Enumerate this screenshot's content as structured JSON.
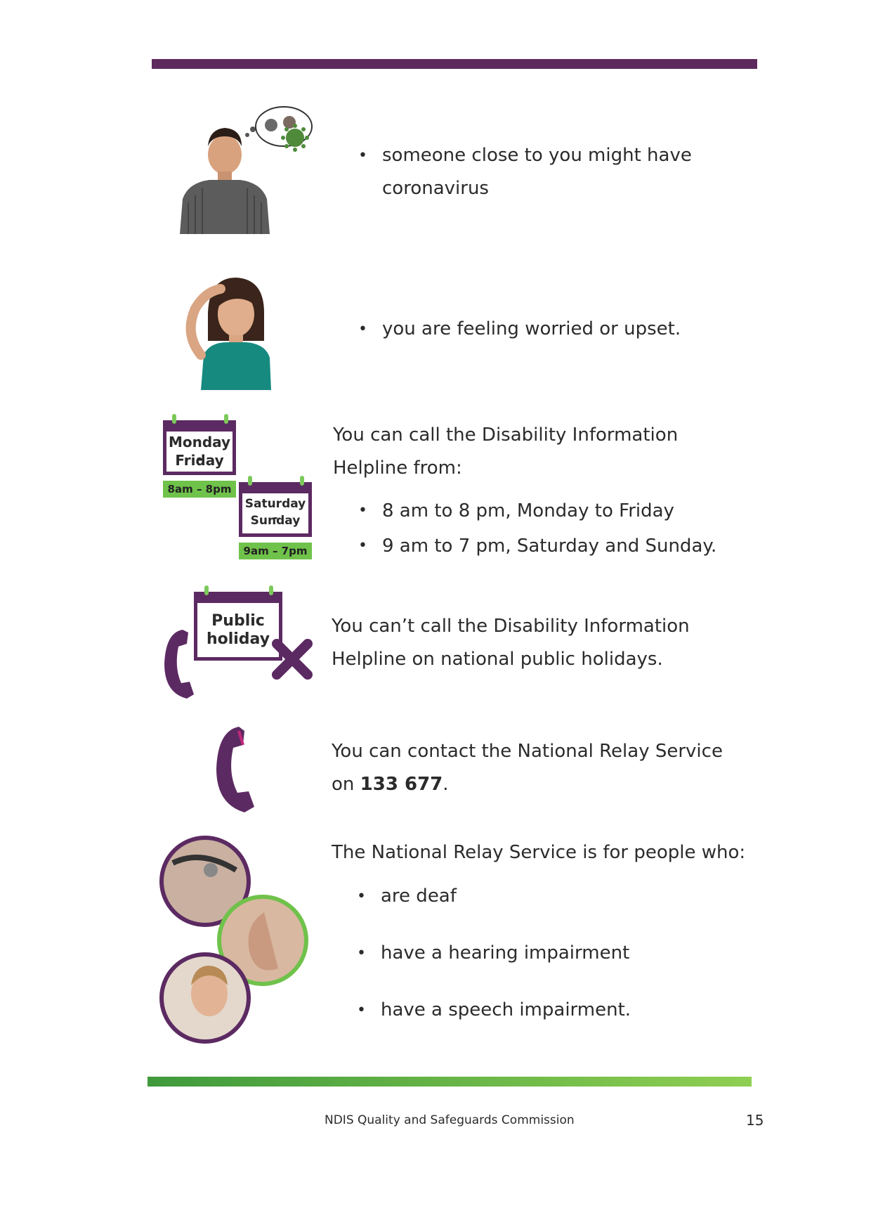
{
  "section1": {
    "bullet": "someone close to you might have coronavirus"
  },
  "section2": {
    "bullet": "you are feeling worried or upset."
  },
  "section3": {
    "calendar1_line1": "Monday -",
    "calendar1_line2": "Friday",
    "calendar1_time": "8am – 8pm",
    "calendar2_line1": "Saturday -",
    "calendar2_line2": "Sunday",
    "calendar2_time": "9am – 7pm",
    "intro": "You can call the Disability Information Helpline from:",
    "bullets": [
      "8 am to 8 pm, Monday to Friday",
      "9 am to 7 pm, Saturday and Sunday."
    ]
  },
  "section4": {
    "calendar_line1": "Public",
    "calendar_line2": "holiday",
    "text": "You can’t call the Disability Information Helpline on national public holidays."
  },
  "section5": {
    "text_before": "You can contact the National Relay Service on",
    "phone": "133 677",
    "text_after": "."
  },
  "section6": {
    "intro": "The National Relay Service is for people who:",
    "bullets": [
      "are deaf",
      "have a hearing impairment",
      "have a speech impairment."
    ]
  },
  "footer": {
    "org": "NDIS Quality and Safeguards Commission",
    "page": "15"
  },
  "colors": {
    "purple": "#5c2a62",
    "green": "#6fc24a",
    "teal": "#1f8a84"
  }
}
